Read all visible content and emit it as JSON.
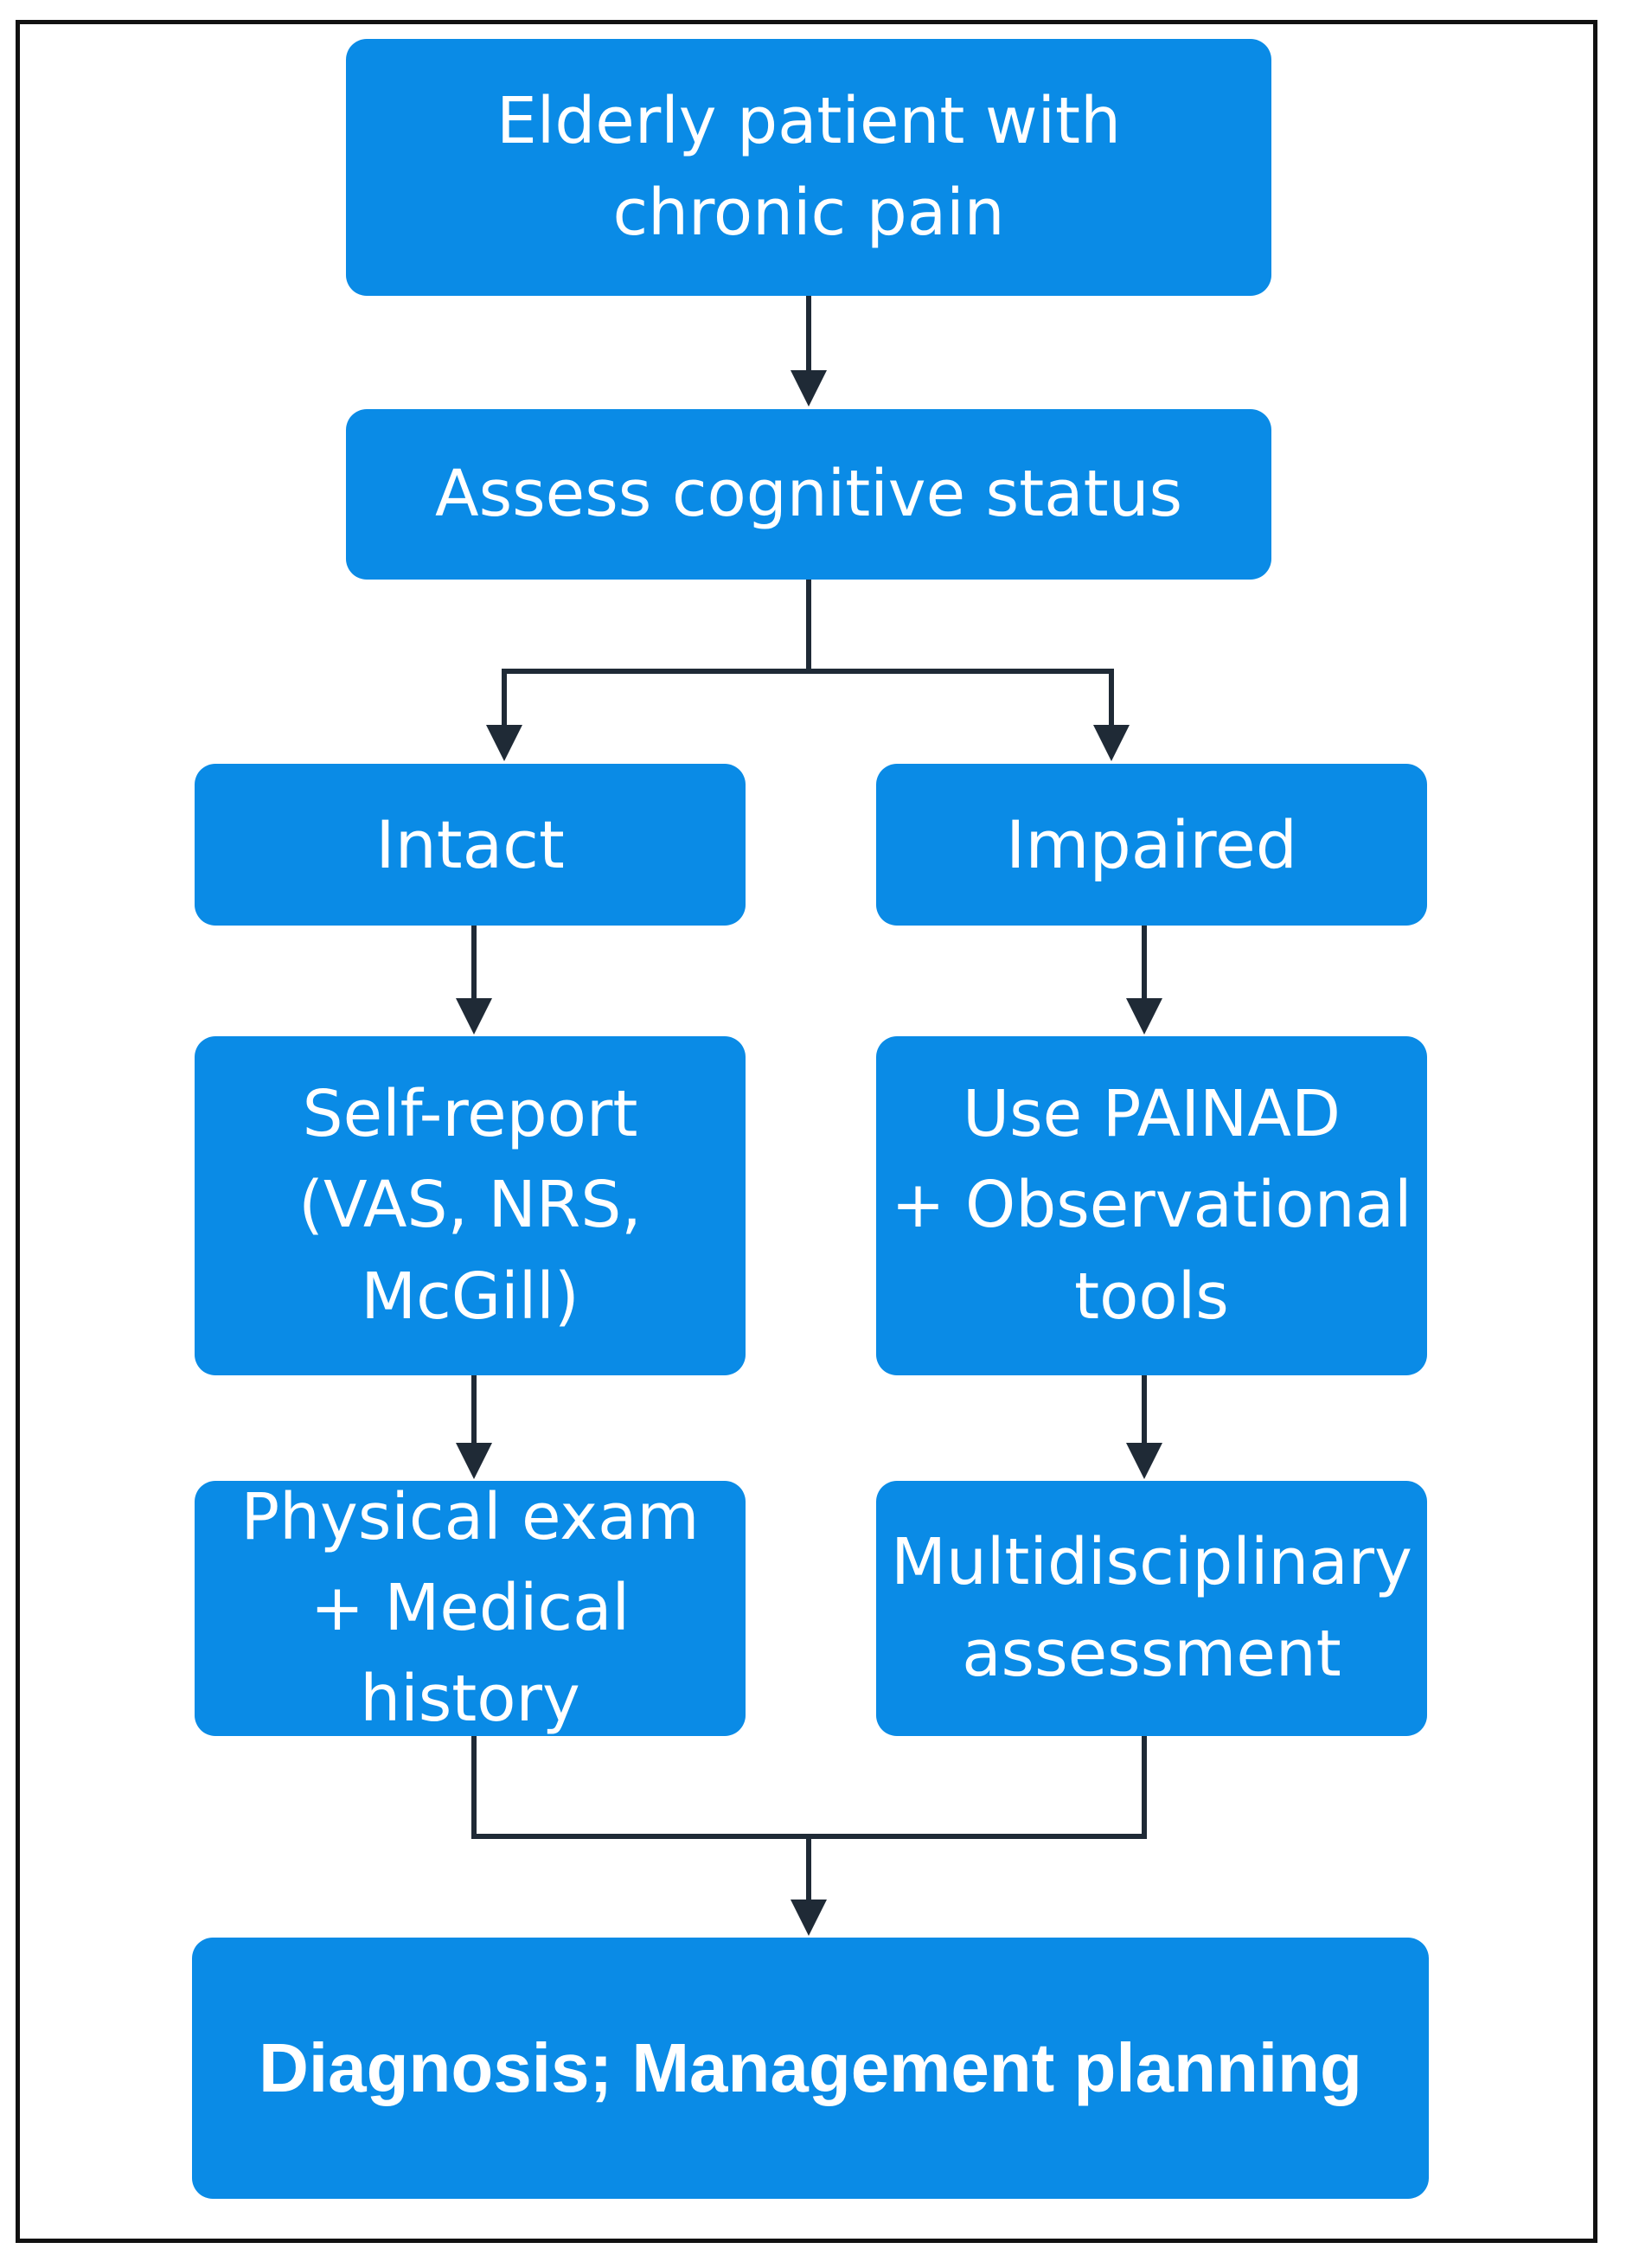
{
  "diagram": {
    "nodes": {
      "start": "Elderly patient with\nchronic pain",
      "assess": "Assess cognitive status",
      "intact": "Intact",
      "impaired": "Impaired",
      "self_report": "Self-report\n(VAS, NRS,\nMcGill)",
      "painad": "Use PAINAD\n+ Observational\ntools",
      "physical": "Physical exam\n+ Medical history",
      "multidisciplinary": "Multidisciplinary\nassessment",
      "diagnosis": "Diagnosis; Management planning"
    },
    "edges": [
      [
        "start",
        "assess"
      ],
      [
        "assess",
        "intact"
      ],
      [
        "assess",
        "impaired"
      ],
      [
        "intact",
        "self_report"
      ],
      [
        "impaired",
        "painad"
      ],
      [
        "self_report",
        "physical"
      ],
      [
        "painad",
        "multidisciplinary"
      ],
      [
        "physical",
        "diagnosis"
      ],
      [
        "multidisciplinary",
        "diagnosis"
      ]
    ],
    "colors": {
      "node_fill": "#0a8be6",
      "node_text": "#ffffff",
      "connector": "#1f2a36",
      "frame": "#111111"
    }
  }
}
